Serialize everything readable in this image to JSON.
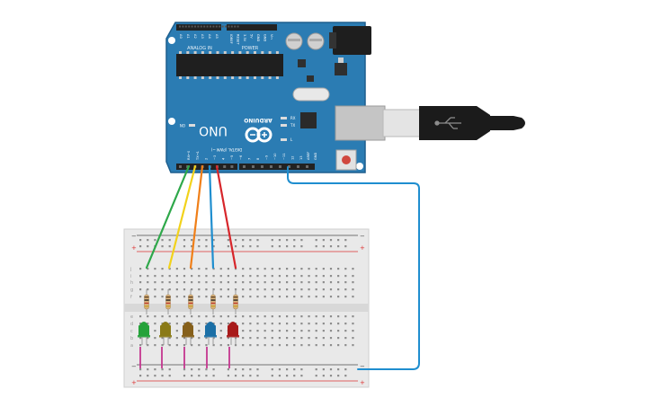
{
  "board": {
    "brand": "ARDUINO",
    "model": "UNO",
    "on_label": "ON",
    "power_label": "POWER",
    "analog_label": "ANALOG IN",
    "digital_label": "DIGITAL (PWM ~)",
    "tx_label": "TX",
    "rx_label": "RX",
    "l_label": "L",
    "aref_label": "AREF",
    "gnd_label": "GND",
    "power_pins": [
      "IOREF",
      "RESET",
      "3.3V",
      "5V",
      "GND",
      "GND",
      "Vin"
    ],
    "analog_pins": [
      "A0",
      "A1",
      "A2",
      "A3",
      "A4",
      "A5"
    ],
    "digital_pins": [
      "13",
      "12",
      "~11",
      "~10",
      "~9",
      "8",
      "7",
      "~6",
      "~5",
      "4",
      "~3",
      "2",
      "TX→1",
      "RX←0"
    ]
  },
  "breadboard": {
    "row_letters_top": [
      "j",
      "i",
      "h",
      "g",
      "f"
    ],
    "row_letters_bottom": [
      "e",
      "d",
      "c",
      "b",
      "a"
    ],
    "plus_sign": "+",
    "minus_sign": "−"
  },
  "wires": [
    {
      "name": "wire-pin5-green",
      "color": "#2ea84a"
    },
    {
      "name": "wire-pin4-yellow",
      "color": "#f2d21b"
    },
    {
      "name": "wire-pin3-orange",
      "color": "#f07f18"
    },
    {
      "name": "wire-pin2-blue",
      "color": "#1f8ecf"
    },
    {
      "name": "wire-pin1-red",
      "color": "#d7262b"
    },
    {
      "name": "wire-gnd-blue",
      "color": "#1f8ecf"
    }
  ],
  "leds": [
    {
      "name": "led-green",
      "color": "#25a23a"
    },
    {
      "name": "led-yellow",
      "color": "#8a7a17"
    },
    {
      "name": "led-olive",
      "color": "#86601b"
    },
    {
      "name": "led-blue",
      "color": "#1b6fa6"
    },
    {
      "name": "led-red",
      "color": "#a81a1a"
    }
  ],
  "colors": {
    "board_blue": "#2b7cb3",
    "board_edge": "#1e5f8e",
    "breadboard": "#e9e9e9",
    "cathode_wire": "#c4358f"
  },
  "icons": [
    "usb-icon",
    "arduino-logo-icon"
  ]
}
